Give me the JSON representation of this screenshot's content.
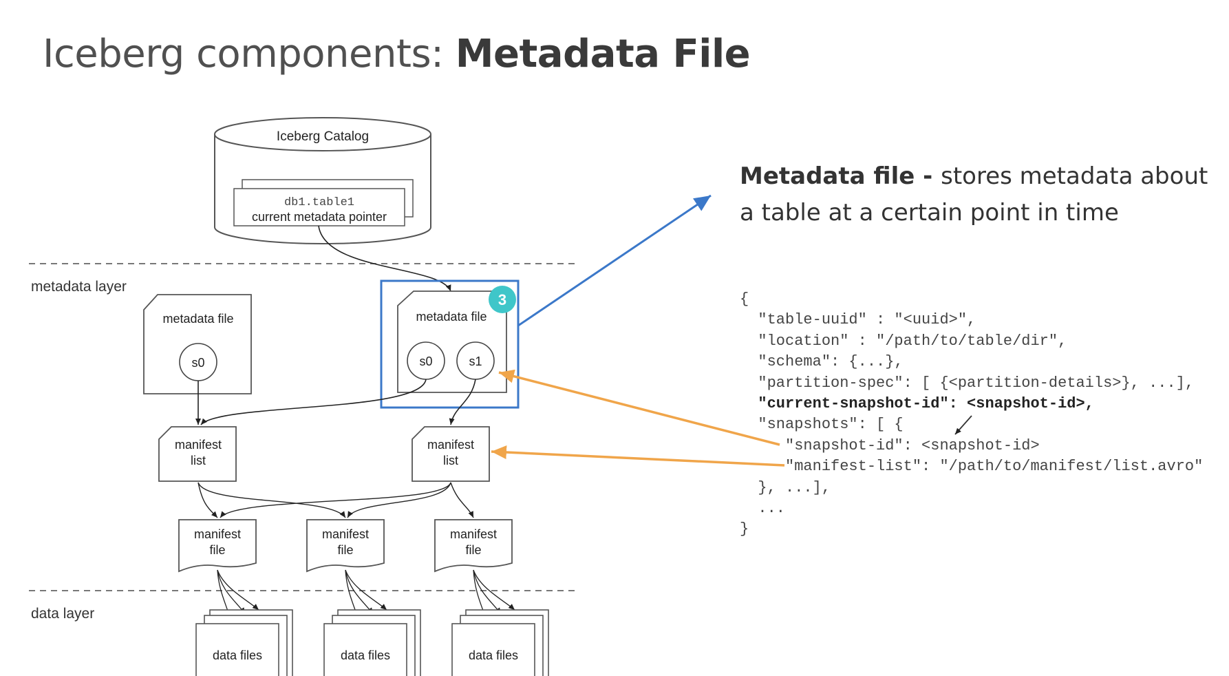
{
  "title": {
    "regular": "Iceberg components: ",
    "bold": "Metadata File"
  },
  "description": {
    "bold": "Metadata file - ",
    "rest": "stores metadata about a table at a certain point in time"
  },
  "diagram": {
    "catalog": {
      "label": "Iceberg Catalog",
      "table": "db1.table1",
      "pointer": "current metadata pointer"
    },
    "metadata_layer_label": "metadata layer",
    "data_layer_label": "data layer",
    "metadata_file_label": "metadata file",
    "snapshots": {
      "s0": "s0",
      "s1": "s1"
    },
    "manifest_list": {
      "line1": "manifest",
      "line2": "list"
    },
    "manifest_file": {
      "line1": "manifest",
      "line2": "file"
    },
    "data_files": "data files",
    "step_badge": "3",
    "colors": {
      "highlight": "#3b78c9",
      "orange": "#f0a54a",
      "badge": "#3fc6c9"
    }
  },
  "code": {
    "lines": [
      "{",
      "  \"table-uuid\" : \"<uuid>\",",
      "  \"location\" : \"/path/to/table/dir\",",
      "  \"schema\": {...},",
      "  \"partition-spec\": [ {<partition-details>}, ...],",
      "  \"current-snapshot-id\": <snapshot-id>,",
      "  \"snapshots\": [ {",
      "     \"snapshot-id\": <snapshot-id>",
      "     \"manifest-list\": \"/path/to/manifest/list.avro\"",
      "  }, ...],",
      "  ...",
      "}"
    ],
    "bold_line_index": 5
  }
}
